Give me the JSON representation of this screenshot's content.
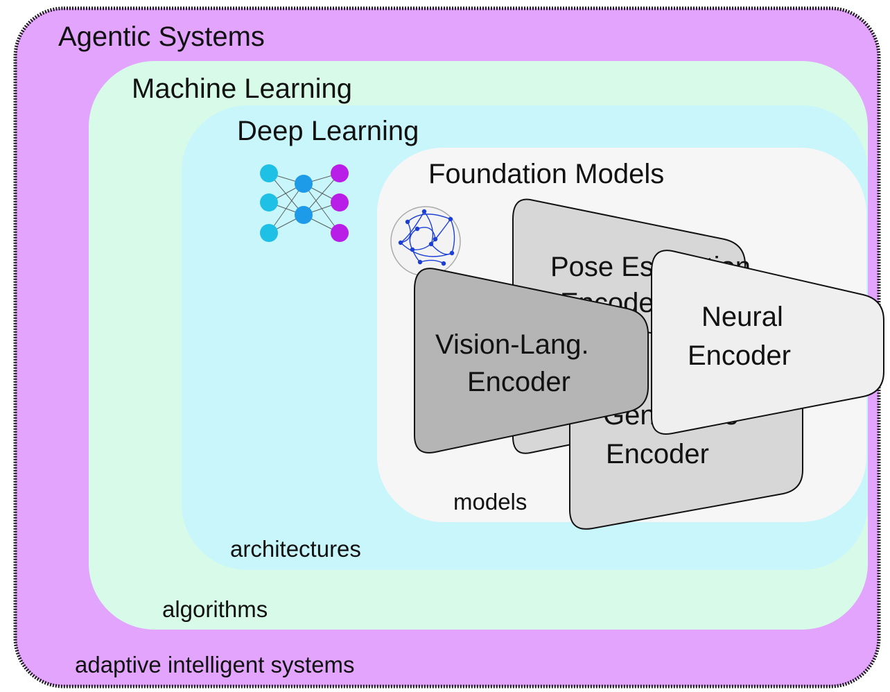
{
  "regions": {
    "agentic": {
      "title": "Agentic Systems",
      "caption": "adaptive intelligent systems",
      "color": "#e3a4fd",
      "border": "#1a1a1a"
    },
    "ml": {
      "title": "Machine Learning",
      "caption": "algorithms",
      "color": "#d7fbe8"
    },
    "dl": {
      "title": "Deep Learning",
      "caption": "architectures",
      "color": "#c9f6fb"
    },
    "fm": {
      "title": "Foundation Models",
      "caption": "models",
      "color": "#f6f6f6"
    }
  },
  "encoders": {
    "pose": {
      "line1": "Pose Estimation",
      "line2": "Encoder",
      "color": "#d7d7d7"
    },
    "generative": {
      "line1": "Generative",
      "line2": "Encoder",
      "color": "#d7d7d7"
    },
    "vision": {
      "line1": "Vision-Lang.",
      "line2": "Encoder",
      "color": "#b5b5b5"
    },
    "neural": {
      "line1": "Neural",
      "line2": "Encoder",
      "color": "#efefef"
    }
  },
  "icons": {
    "neural_network": {
      "name": "neural-network-icon",
      "input_color": "#1ec0e6",
      "hidden_color": "#1e9be8",
      "output_color": "#b81ee8"
    },
    "graph": {
      "name": "graph-network-icon",
      "color": "#1b3fd6"
    }
  }
}
